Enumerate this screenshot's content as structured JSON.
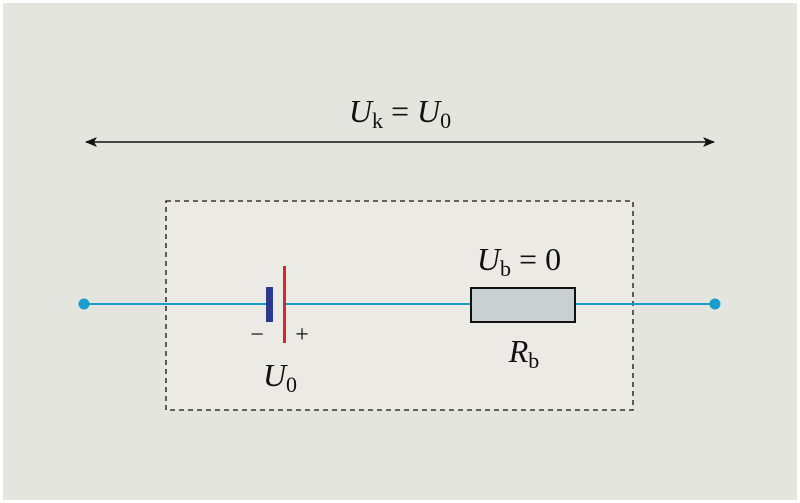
{
  "colors": {
    "background": "#e5e5df",
    "frame": "#ffffff",
    "inner_box_fill": "#ebeae5",
    "wire": "#1a9ccc",
    "terminal": "#1a9ccc",
    "battery_negative_plate": "#2b3a8f",
    "battery_positive_plate": "#d9262c",
    "resistor_fill": "#c9d0d2",
    "resistor_stroke": "#111111",
    "arrow": "#111111",
    "dashed_box": "#111111"
  },
  "labels": {
    "voltage_span": {
      "symbol": "U",
      "subscript": "k",
      "relation": " = ",
      "rhs_symbol": "U",
      "rhs_subscript": "0"
    },
    "resistor_voltage": {
      "symbol": "U",
      "subscript": "b",
      "relation": " = ",
      "value": "0"
    },
    "resistor_name": {
      "symbol": "R",
      "subscript": "b"
    },
    "source_name": {
      "symbol": "U",
      "subscript": "0"
    },
    "battery_minus": "−",
    "battery_plus": "+"
  },
  "icons": {
    "source": "battery-icon",
    "resistor": "resistor-icon",
    "terminal": "terminal-dot-icon",
    "span": "double-headed-arrow-icon"
  }
}
